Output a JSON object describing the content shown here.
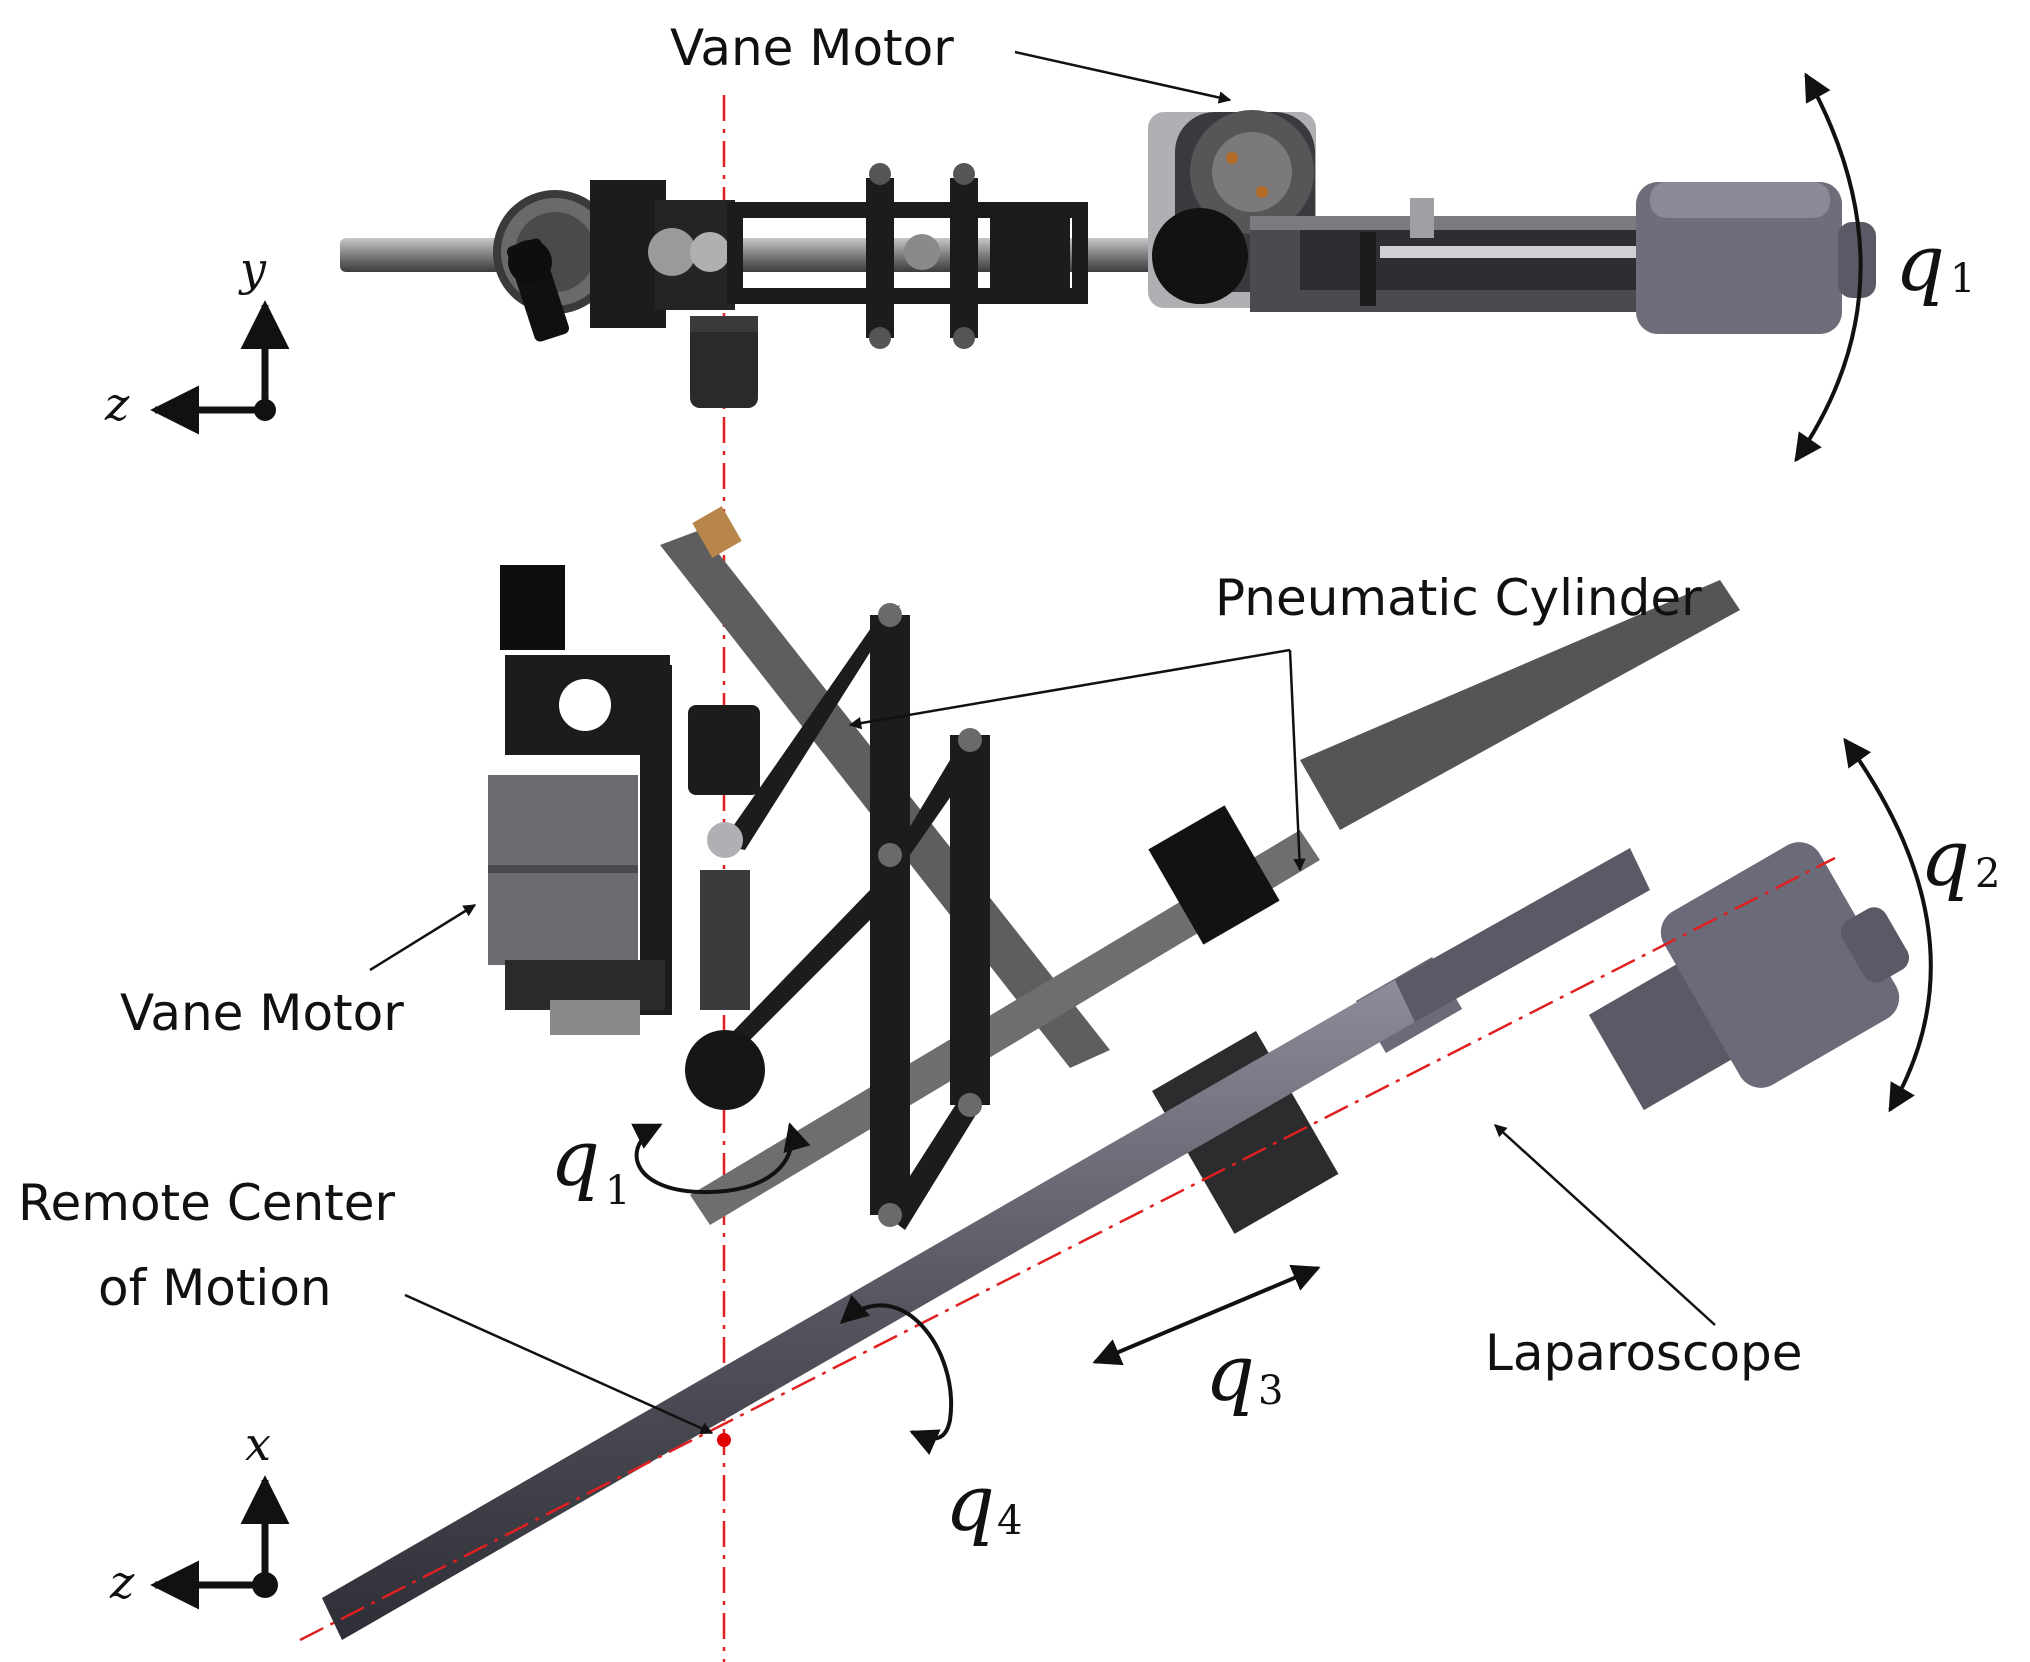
{
  "labels": {
    "vane_motor_top": "Vane Motor",
    "pneumatic_cylinder": "Pneumatic Cylinder",
    "vane_motor_side": "Vane Motor",
    "rcm_line1": "Remote Center",
    "rcm_line2": "of Motion",
    "laparoscope": "Laparoscope"
  },
  "joints": {
    "q1_top": {
      "base": "q",
      "sub": "1"
    },
    "q1_bottom": {
      "base": "q",
      "sub": "1"
    },
    "q2": {
      "base": "q",
      "sub": "2"
    },
    "q3": {
      "base": "q",
      "sub": "3"
    },
    "q4": {
      "base": "q",
      "sub": "4"
    }
  },
  "axes": {
    "top": {
      "up": "y",
      "left": "z"
    },
    "bottom": {
      "up": "x",
      "left": "z"
    }
  },
  "colors": {
    "ink": "#111111",
    "centerline": "#e02020",
    "rcm_point": "#e00000",
    "dark_metal": "#1c1c1c",
    "grey_metal": "#5e5e60",
    "light_metal": "#9a9a9c",
    "scope_body": "#5a5a66",
    "scope_head": "#6a6a78"
  }
}
